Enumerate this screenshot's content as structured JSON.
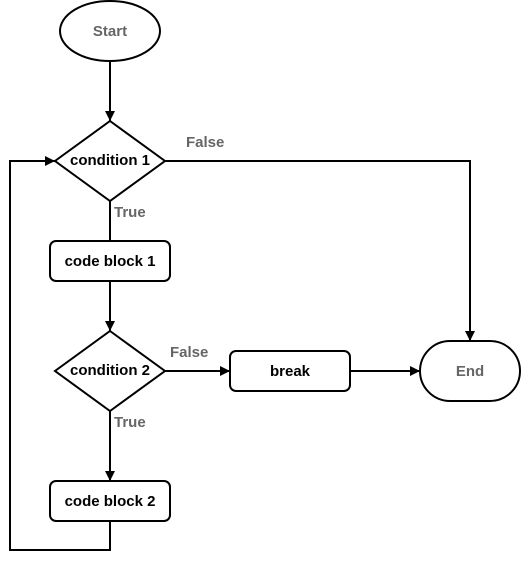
{
  "nodes": {
    "start": {
      "label": "Start",
      "shape": "ellipse"
    },
    "condition1": {
      "label": "condition 1",
      "shape": "diamond"
    },
    "code_block1": {
      "label": "code block 1",
      "shape": "rounded-rect"
    },
    "condition2": {
      "label": "condition 2",
      "shape": "diamond"
    },
    "break": {
      "label": "break",
      "shape": "rounded-rect"
    },
    "code_block2": {
      "label": "code block 2",
      "shape": "rounded-rect"
    },
    "end": {
      "label": "End",
      "shape": "ellipse"
    }
  },
  "edges": [
    {
      "from": "start",
      "to": "condition1",
      "label": ""
    },
    {
      "from": "condition1",
      "to": "end",
      "label": "False"
    },
    {
      "from": "condition1",
      "to": "code_block1",
      "label": "True"
    },
    {
      "from": "code_block1",
      "to": "condition2",
      "label": ""
    },
    {
      "from": "condition2",
      "to": "break",
      "label": "False"
    },
    {
      "from": "condition2",
      "to": "code_block2",
      "label": "True"
    },
    {
      "from": "break",
      "to": "end",
      "label": ""
    },
    {
      "from": "code_block2",
      "to": "condition1",
      "label": ""
    }
  ],
  "colors": {
    "stroke": "#000000",
    "fill": "#ffffff",
    "node_text": "#000000",
    "terminal_text": "#666666",
    "edge_label": "#666666"
  }
}
